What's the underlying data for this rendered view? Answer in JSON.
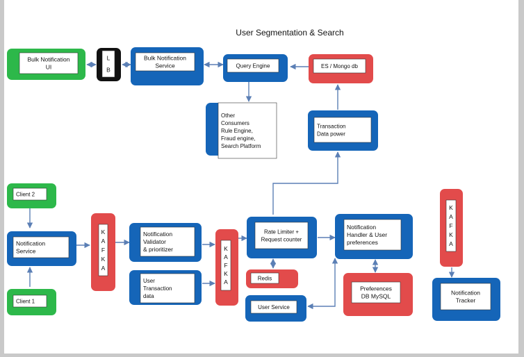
{
  "title": "User Segmentation & Search",
  "colors": {
    "blue": "#1565b8",
    "green": "#2db84a",
    "red": "#e24b4b",
    "black": "#111111",
    "arrow": "#5b7fb5"
  },
  "nodes": {
    "bulk_ui": [
      "Bulk Notification",
      "UI"
    ],
    "lb": [
      "L",
      "B"
    ],
    "bulk_service": [
      "Bulk Notification",
      "Service"
    ],
    "query_engine": [
      "Query Engine"
    ],
    "es_mongo": [
      "ES / Mongo db"
    ],
    "other_consumers": [
      "Other",
      "Consumers",
      "Rule Engine,",
      "Fraud engine,",
      "Search Platform"
    ],
    "transaction_dp": [
      "Transaction",
      "Data power"
    ],
    "client2": [
      "Client 2"
    ],
    "notif_service": [
      "Notification",
      "Service"
    ],
    "client1": [
      "Client 1"
    ],
    "kafka1": [
      "K",
      "A",
      "F",
      "K",
      "A"
    ],
    "validator": [
      "Notification",
      "Validator",
      "& prioritizer"
    ],
    "user_txn": [
      "User",
      "Transaction",
      "data"
    ],
    "kafka2": [
      "K",
      "A",
      "F",
      "K",
      "A"
    ],
    "rate_limiter": [
      "Rate Limiter +",
      "Request counter"
    ],
    "redis": [
      "Redis"
    ],
    "user_service": [
      "User Service"
    ],
    "notif_handler": [
      "Notification",
      "Handler & User",
      "preferences"
    ],
    "prefs_db": [
      "Preferences",
      "DB MySQL"
    ],
    "kafka3": [
      "K",
      "A",
      "F",
      "K",
      "A"
    ],
    "tracker": [
      "Notification",
      "Tracker"
    ]
  }
}
